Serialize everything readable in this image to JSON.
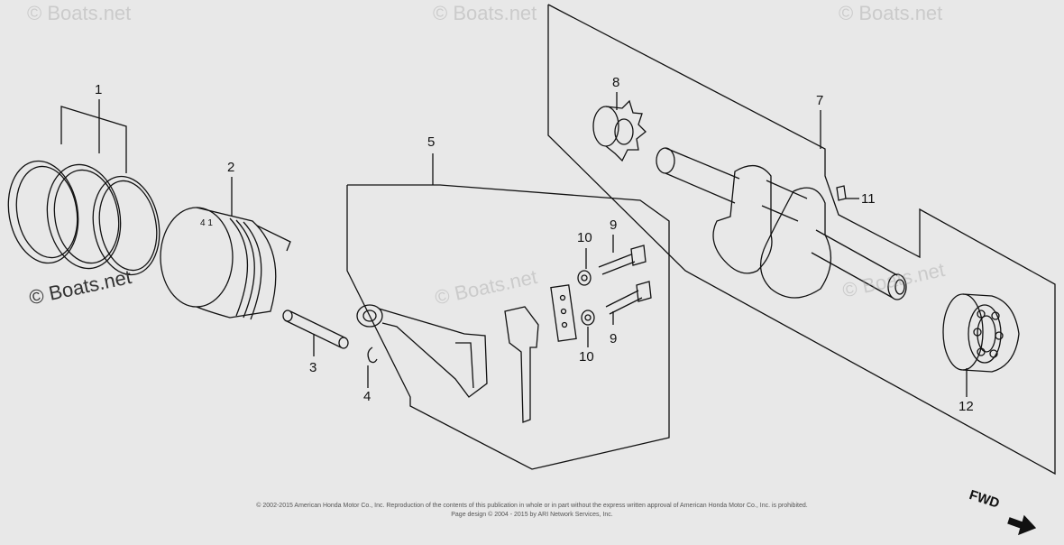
{
  "watermarks": {
    "top_left": "© Boats.net",
    "top_center": "© Boats.net",
    "top_right": "© Boats.net",
    "left_main": "© Boats.net",
    "center": "© Boats.net",
    "right": "© Boats.net"
  },
  "callouts": {
    "c1": "1",
    "c2": "2",
    "c3": "3",
    "c4": "4",
    "c5": "5",
    "c7": "7",
    "c8": "8",
    "c9a": "9",
    "c9b": "9",
    "c10a": "10",
    "c10b": "10",
    "c11": "11",
    "c12": "12"
  },
  "copyright": {
    "line1": "© 2002-2015 American Honda Motor Co., Inc. Reproduction of the contents of this publication in whole or in part without the express written approval of American Honda Motor Co., Inc. is prohibited.",
    "line2": "Page design © 2004 - 2015 by ARI Network Services, Inc."
  },
  "direction_label": "FWD",
  "colors": {
    "line": "#111111",
    "background": "#e8e8e8"
  }
}
